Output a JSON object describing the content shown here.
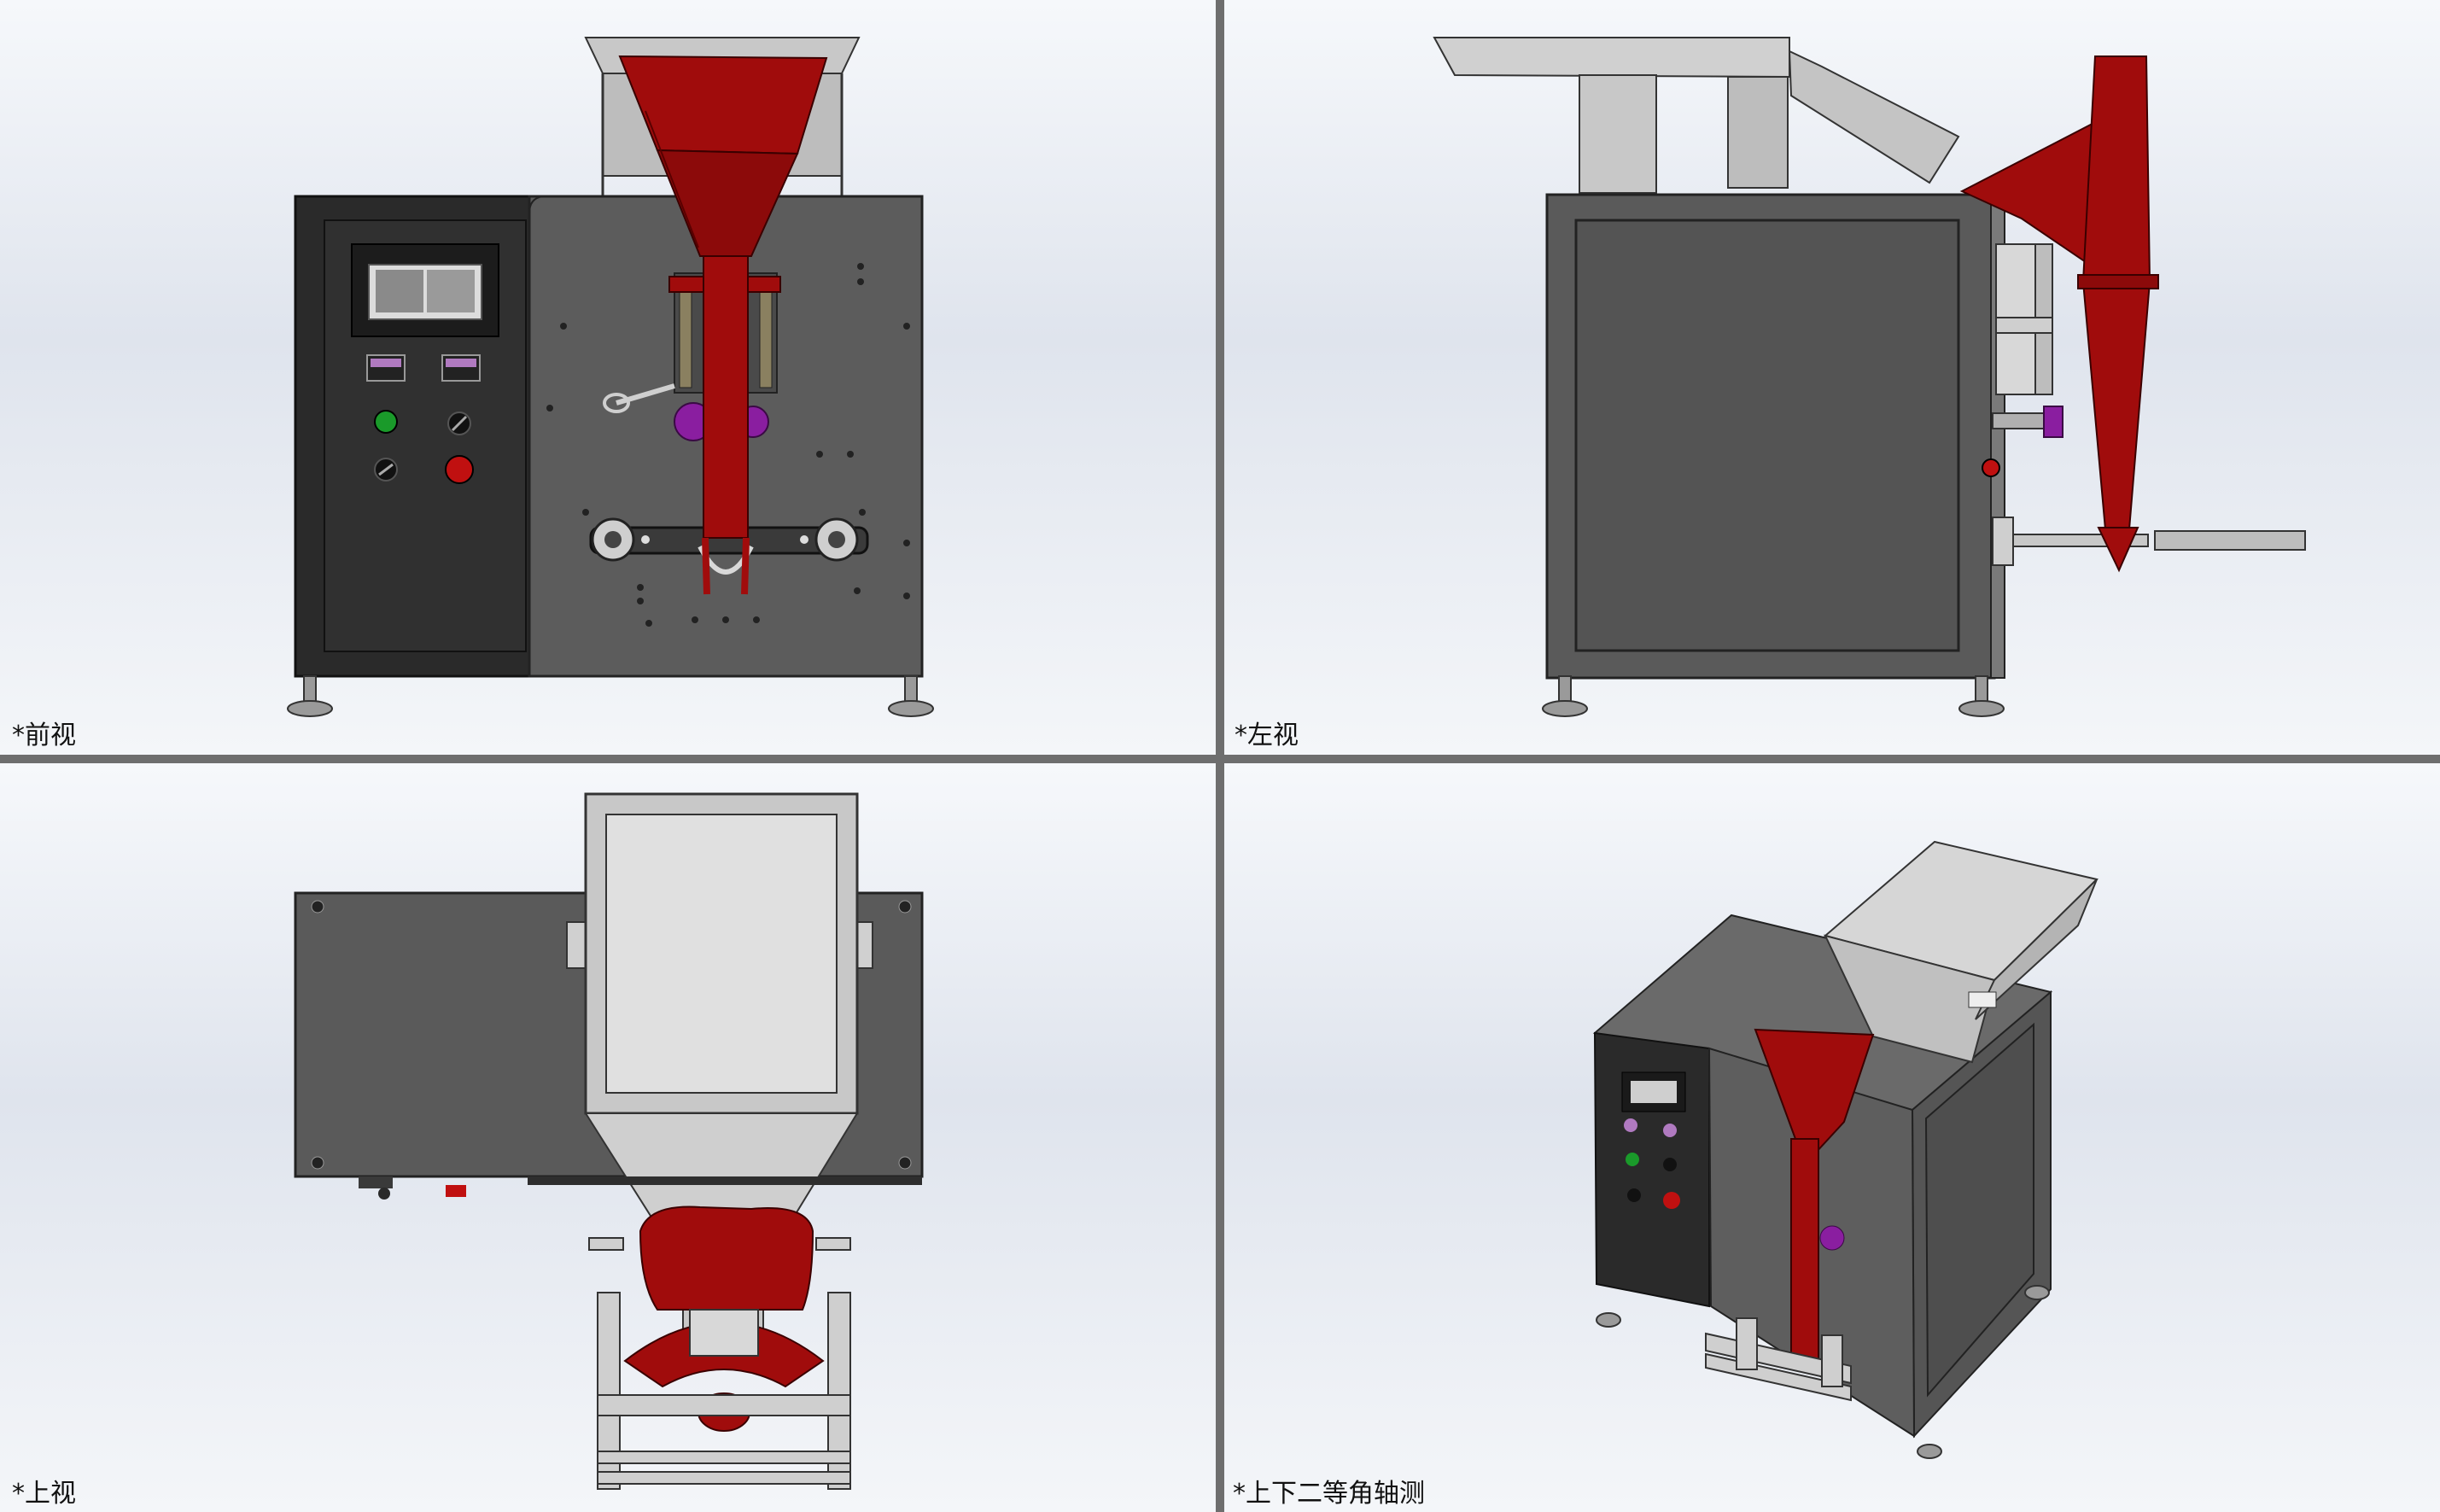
{
  "viewports": [
    {
      "id": "front",
      "label": "*前视"
    },
    {
      "id": "left",
      "label": "*左视"
    },
    {
      "id": "top",
      "label": "*上视"
    },
    {
      "id": "iso",
      "label": "*上下二等角轴测"
    }
  ],
  "colors": {
    "body_dark": "#2c2c2c",
    "panel_gray": "#5e5e5e",
    "hopper_red": "#a00c0c",
    "steel_light": "#c9c9c9",
    "indicator_green": "#1a9a2a",
    "indicator_red": "#c01010",
    "knob_purple": "#8a1ea0",
    "background_top": "#f6f8fb",
    "background_mid": "#dfe4ed"
  }
}
